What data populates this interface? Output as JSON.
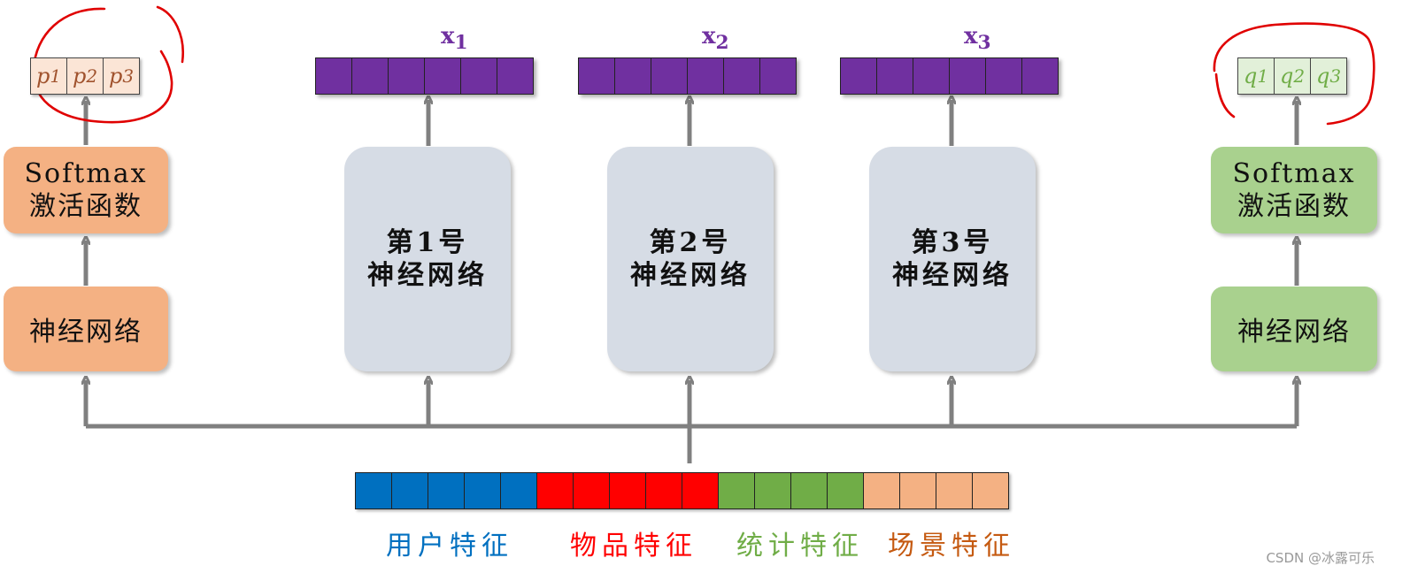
{
  "colors": {
    "user": "#0070c0",
    "item": "#ff0000",
    "stat": "#70ad47",
    "scene": "#f4b183",
    "scene_text": "#c55a11",
    "purple": "#7030a0",
    "arrow": "#808080",
    "annotation": "#e00000"
  },
  "left_head": {
    "softmax_line1": "Softmax",
    "softmax_line2": "激活函数",
    "nn_label": "神经网络",
    "probs": [
      {
        "sym": "p",
        "sub": "1"
      },
      {
        "sym": "p",
        "sub": "2"
      },
      {
        "sym": "p",
        "sub": "3"
      }
    ]
  },
  "right_head": {
    "softmax_line1": "Softmax",
    "softmax_line2": "激活函数",
    "nn_label": "神经网络",
    "probs": [
      {
        "sym": "q",
        "sub": "1"
      },
      {
        "sym": "q",
        "sub": "2"
      },
      {
        "sym": "q",
        "sub": "3"
      }
    ]
  },
  "experts": [
    {
      "line1": "第1号",
      "line2": "神经网络",
      "out_sym": "x",
      "out_sub": "1"
    },
    {
      "line1": "第2号",
      "line2": "神经网络",
      "out_sym": "x",
      "out_sub": "2"
    },
    {
      "line1": "第3号",
      "line2": "神经网络",
      "out_sym": "x",
      "out_sub": "3"
    }
  ],
  "features": [
    {
      "label": "用户特征",
      "cells": 5,
      "color_key": "user",
      "text_key": "user"
    },
    {
      "label": "物品特征",
      "cells": 5,
      "color_key": "item",
      "text_key": "item"
    },
    {
      "label": "统计特征",
      "cells": 4,
      "color_key": "stat",
      "text_key": "stat"
    },
    {
      "label": "场景特征",
      "cells": 4,
      "color_key": "scene",
      "text_key": "scene_text"
    }
  ],
  "watermark": "CSDN @冰露可乐"
}
